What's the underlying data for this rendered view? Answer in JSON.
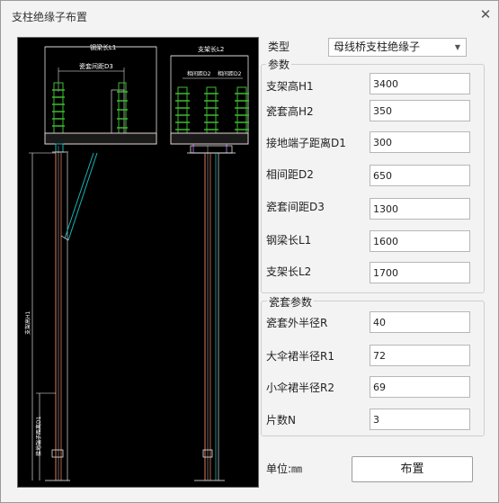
{
  "window": {
    "title": "支柱绝缘子布置",
    "close_glyph": "✕"
  },
  "type_row": {
    "label": "类型",
    "selected": "母线桥支柱绝缘子"
  },
  "params": {
    "title": "参数",
    "fields": [
      {
        "label": "支架高H1",
        "value": "3400"
      },
      {
        "label": "瓷套高H2",
        "value": "350"
      },
      {
        "label": "接地端子距离D1",
        "value": "300"
      },
      {
        "label": "相间距D2",
        "value": "650"
      },
      {
        "label": "瓷套间距D3",
        "value": "1300"
      },
      {
        "label": "钢梁长L1",
        "value": "1600"
      },
      {
        "label": "支架长L2",
        "value": "1700"
      }
    ]
  },
  "bushing": {
    "title": "瓷套参数",
    "fields": [
      {
        "label": "瓷套外半径R",
        "value": "40"
      },
      {
        "label": "大伞裙半径R1",
        "value": "72"
      },
      {
        "label": "小伞裙半径R2",
        "value": "69"
      },
      {
        "label": "片数N",
        "value": "3"
      }
    ]
  },
  "unit_label": "单位:㎜",
  "apply_button": "布置",
  "drawing": {
    "labels": {
      "top_left_dim": "钢梁长L1",
      "inner_dim": "瓷套间距D3",
      "right_top_dim": "支架长L2",
      "phase_dim_1": "相间距D2",
      "phase_dim_2": "相间距D2",
      "height_dim": "支架高H1",
      "ground_dim": "接地端子距离D1"
    },
    "colors": {
      "background": "#000000",
      "insulator": "#3dbb2f",
      "frame": "#ffffff",
      "pole": "#e07a5a",
      "brace": "#19b3b3",
      "beam": "#e8d2d2"
    }
  }
}
